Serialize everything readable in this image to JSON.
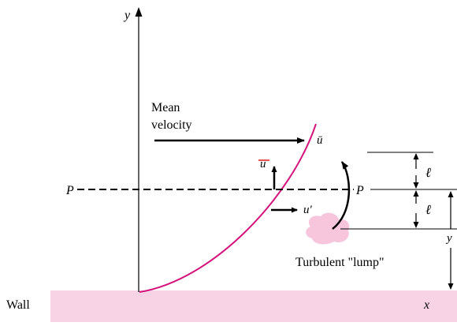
{
  "labels": {
    "y_axis": "y",
    "x_axis": "x",
    "mean_velocity_line1": "Mean",
    "mean_velocity_line2": "velocity",
    "u_bar": "ū",
    "u_struck": "u",
    "u_prime": "u′",
    "p_left": "P",
    "p_right": "P",
    "ell_upper": "ℓ",
    "ell_lower": "ℓ",
    "y_dimension": "y",
    "lump": "Turbulent \"lump\"",
    "wall": "Wall"
  },
  "colors": {
    "wall_fill": "#f8d3e6",
    "lump_fill": "#f7c6dd",
    "profile_curve": "#d4147c",
    "strike": "#e01b1b",
    "ink": "#000000"
  }
}
